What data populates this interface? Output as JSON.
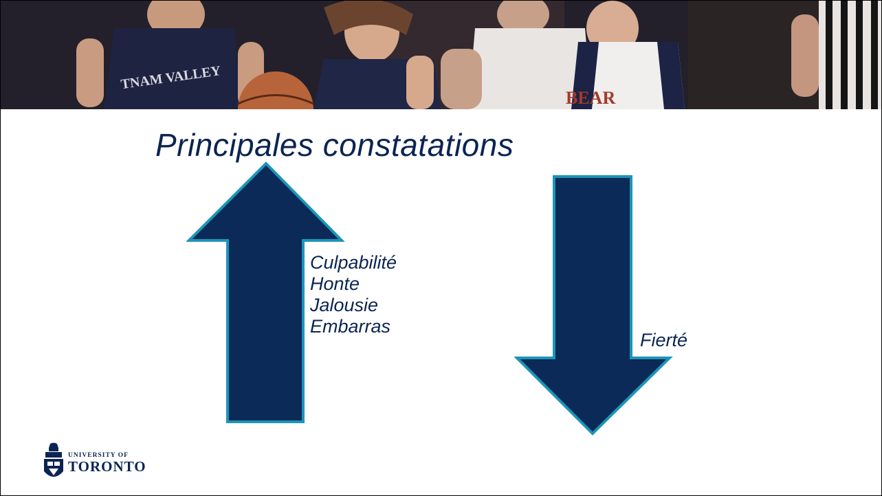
{
  "slide": {
    "title": "Principales constatations",
    "increase_words": [
      "Culpabilité",
      "Honte",
      "Jalousie",
      "Embarras"
    ],
    "decrease_words": [
      "Fierté"
    ],
    "colors": {
      "arrow_fill": "#0b2a57",
      "arrow_outline": "#1d94b8",
      "text": "#0b2452"
    }
  },
  "banner": {
    "jersey_texts": [
      "TNAM VALLEY",
      "BEAR"
    ]
  },
  "logo": {
    "line1": "UNIVERSITY OF",
    "line2": "TORONTO"
  }
}
